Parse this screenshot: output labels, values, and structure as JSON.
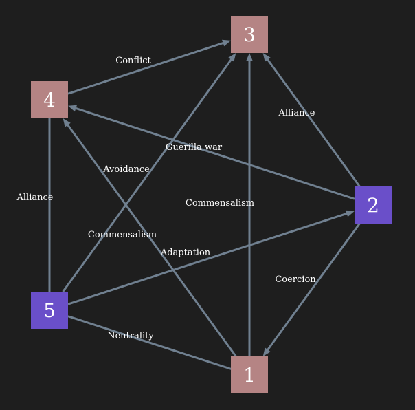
{
  "colors": {
    "background": "#1e1e1e",
    "edge": "#708090",
    "node_pink": "#b58484",
    "node_purple": "#6a4fc9",
    "label": "#ffffff"
  },
  "nodes": [
    {
      "id": "1",
      "label": "1",
      "color": "#b58484"
    },
    {
      "id": "2",
      "label": "2",
      "color": "#6a4fc9"
    },
    {
      "id": "3",
      "label": "3",
      "color": "#b58484"
    },
    {
      "id": "4",
      "label": "4",
      "color": "#b58484"
    },
    {
      "id": "5",
      "label": "5",
      "color": "#6a4fc9"
    }
  ],
  "edges": [
    {
      "from": "4",
      "to": "3",
      "label": "Conflict",
      "arrow": "to"
    },
    {
      "from": "2",
      "to": "3",
      "label": "Alliance",
      "arrow": "to"
    },
    {
      "from": "2",
      "to": "4",
      "label": "Guerilla war",
      "arrow": "to"
    },
    {
      "from": "5",
      "to": "3",
      "label": "Avoidance",
      "arrow": "to"
    },
    {
      "from": "1",
      "to": "3",
      "label": "Commensalism",
      "arrow": "to"
    },
    {
      "from": "4",
      "to": "5",
      "label": "Alliance",
      "arrow": "none"
    },
    {
      "from": "5",
      "to": "2",
      "label": "Commensalism",
      "arrow": "to"
    },
    {
      "from": "1",
      "to": "4",
      "label": "Adaptation",
      "arrow": "to"
    },
    {
      "from": "2",
      "to": "1",
      "label": "Coercion",
      "arrow": "to"
    },
    {
      "from": "5",
      "to": "1",
      "label": "Neutrality",
      "arrow": "none"
    }
  ]
}
